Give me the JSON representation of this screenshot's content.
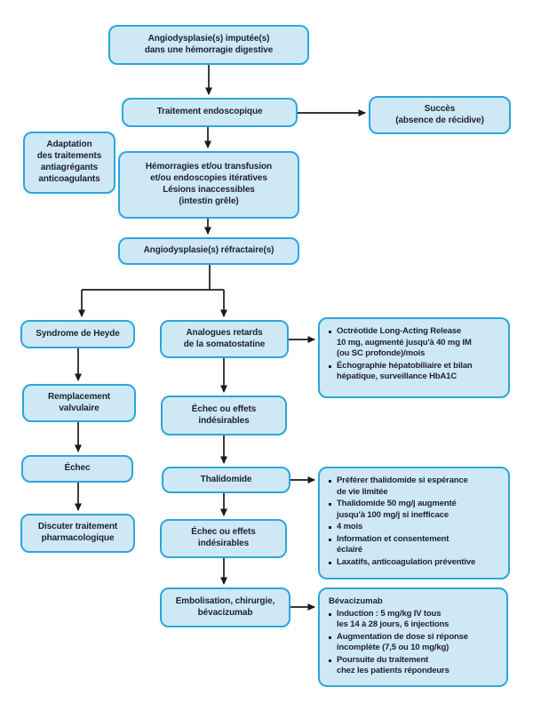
{
  "palette": {
    "box_fill": "#cfe8f6",
    "box_border": "#2ba7da",
    "text_color": "#1d222b",
    "arrow_color": "#1a1a1a",
    "background": "#ffffff"
  },
  "nodes": {
    "imputee": {
      "text": "Angiodysplasie(s) imputée(s)\ndans une hémorragie digestive"
    },
    "traitement": {
      "text": "Traitement endoscopique"
    },
    "succes": {
      "text": "Succès\n(absence de récidive)"
    },
    "adaptation": {
      "text": "Adaptation\ndes traitements\nantiagrégants\nanticoagulants"
    },
    "hemorragies": {
      "text": "Hémorragies et/ou transfusion\net/ou endoscopies itératives\nLésions inaccessibles\n(intestin grêle)"
    },
    "refractaire": {
      "text": "Angiodysplasie(s) réfractaire(s)"
    },
    "heyde": {
      "text": "Syndrome de Heyde"
    },
    "remplacement": {
      "text": "Remplacement\nvalvulaire"
    },
    "echec1": {
      "text": "Échec"
    },
    "discuter": {
      "text": "Discuter traitement\npharmacologique"
    },
    "analogues": {
      "text": "Analogues retards\nde la somatostatine"
    },
    "echec2": {
      "text": "Échec ou effets\nindésirables"
    },
    "thalidomide": {
      "text": "Thalidomide"
    },
    "echec3": {
      "text": "Échec ou effets\nindésirables"
    },
    "embolisation": {
      "text": "Embolisation, chirurgie,\nbévacizumab"
    },
    "octreotide_info": {
      "bullets": [
        "Octréotide Long-Acting Release\n10 mg, augmenté jusqu'à 40 mg IM\n(ou SC profonde)/mois",
        "Échographie hépatobiliaire et bilan\nhépatique, surveillance HbA1C"
      ]
    },
    "thalidomide_info": {
      "bullets": [
        "Préférer thalidomide si espérance\nde vie limitée",
        "Thalidomide 50 mg/j augmenté\njusqu'à 100 mg/j si inefficace",
        "4 mois",
        "Information et consentement\néclairé",
        "Laxatifs, anticoagulation préventive"
      ]
    },
    "bevacizumab_info": {
      "header": "Bévacizumab",
      "bullets": [
        "Induction : 5 mg/kg IV tous\nles 14 à 28 jours, 6 injections",
        "Augmentation de dose si réponse\nincomplète (7,5 ou 10 mg/kg)",
        "Poursuite du traitement\nchez les patients répondeurs"
      ]
    }
  }
}
